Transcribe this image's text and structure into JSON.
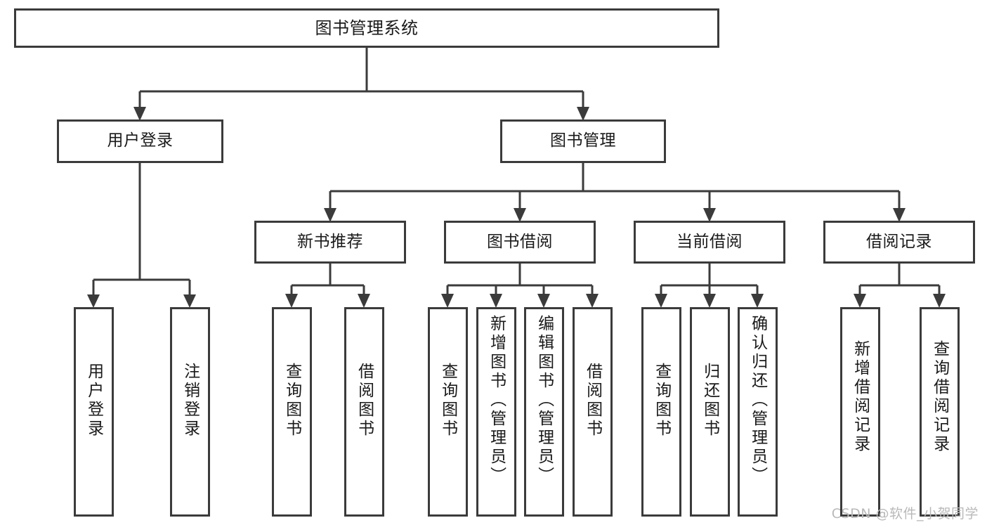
{
  "diagram": {
    "type": "tree-hierarchy",
    "title": "图书管理系统",
    "orientation": "top-down",
    "colors": {
      "stroke": "#3b3b3b",
      "fill": "#ffffff",
      "text": "#1a1a1a",
      "watermark": "#b9b9b9"
    },
    "nodes": {
      "root": {
        "label": "图书管理系统"
      },
      "level2": [
        {
          "id": "user-login",
          "label": "用户登录"
        },
        {
          "id": "book-management",
          "label": "图书管理"
        }
      ],
      "level3": [
        {
          "id": "new-book-recommend",
          "label": "新书推荐"
        },
        {
          "id": "book-borrow",
          "label": "图书借阅"
        },
        {
          "id": "current-borrow",
          "label": "当前借阅"
        },
        {
          "id": "borrow-record",
          "label": "借阅记录"
        }
      ],
      "leaves": {
        "user_login": [
          {
            "id": "leaf-user-login",
            "label": "用户登录"
          },
          {
            "id": "leaf-logout-login",
            "label": "注销登录"
          }
        ],
        "new_book_recommend": [
          {
            "id": "leaf-query-book-1",
            "label": "查询图书"
          },
          {
            "id": "leaf-borrow-book-1",
            "label": "借阅图书"
          }
        ],
        "book_borrow": [
          {
            "id": "leaf-query-book-2",
            "label": "查询图书"
          },
          {
            "id": "leaf-add-book-admin",
            "label": "新增图书（管理员）"
          },
          {
            "id": "leaf-edit-book-admin",
            "label": "编辑图书（管理员）"
          },
          {
            "id": "leaf-borrow-book-2",
            "label": "借阅图书"
          }
        ],
        "current_borrow": [
          {
            "id": "leaf-query-book-3",
            "label": "查询图书"
          },
          {
            "id": "leaf-return-book",
            "label": "归还图书"
          },
          {
            "id": "leaf-confirm-return-admin",
            "label": "确认归还（管理员）"
          }
        ],
        "borrow_record": [
          {
            "id": "leaf-add-borrow-record",
            "label": "新增借阅记录"
          },
          {
            "id": "leaf-query-borrow-record",
            "label": "查询借阅记录"
          }
        ]
      }
    },
    "watermark": "CSDN @软件_小贺同学"
  }
}
